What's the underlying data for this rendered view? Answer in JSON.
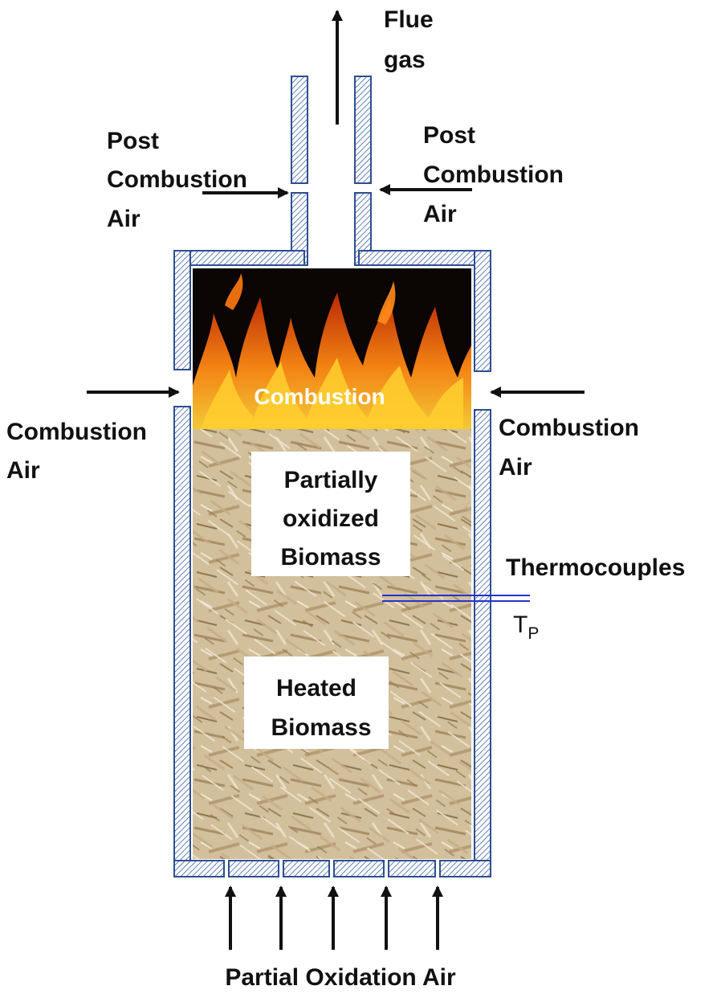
{
  "labels": {
    "flue_gas_line1": "Flue",
    "flue_gas_line2": "gas",
    "post_left_line1": "Post",
    "post_left_line2": "Combustion",
    "post_left_line3": "Air",
    "post_right_line1": "Post",
    "post_right_line2": "Combustion",
    "post_right_line3": "Air",
    "combustion_zone": "Combustion",
    "comb_air_left_line1": "Combustion",
    "comb_air_left_line2": "Air",
    "comb_air_right_line1": "Combustion",
    "comb_air_right_line2": "Air",
    "partial_line1": "Partially",
    "partial_line2": "oxidized",
    "partial_line3": "Biomass",
    "heated_line1": "Heated",
    "heated_line2": "Biomass",
    "thermocouples": "Thermocouples",
    "tp_main": "T",
    "tp_sub": "P",
    "bottom_air": "Partial Oxidation Air"
  },
  "colors": {
    "wall_outline": "#2e4f8f",
    "wall_hatch": "#3a5fa8",
    "arrow": "#111111",
    "thermocouple": "#2233cc",
    "flame_bg": "#0b0503",
    "biomass_bg": "#d2bf9c"
  }
}
